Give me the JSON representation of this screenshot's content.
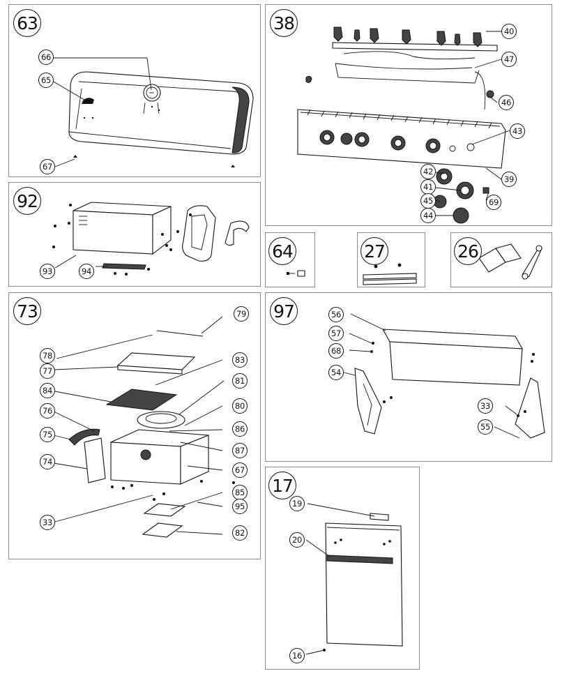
{
  "panels": {
    "p63": {
      "badge": "63",
      "callouts": [
        "66",
        "65",
        "67"
      ]
    },
    "p38": {
      "badge": "38",
      "callouts": [
        "40",
        "47",
        "46",
        "43",
        "42",
        "41",
        "39",
        "45",
        "69",
        "44"
      ]
    },
    "p92": {
      "badge": "92",
      "callouts": [
        "93",
        "94"
      ]
    },
    "p64": {
      "badge": "64",
      "callouts": []
    },
    "p27": {
      "badge": "27",
      "callouts": []
    },
    "p26": {
      "badge": "26",
      "callouts": []
    },
    "p73": {
      "badge": "73",
      "callouts": [
        "79",
        "78",
        "77",
        "83",
        "84",
        "81",
        "76",
        "80",
        "75",
        "86",
        "87",
        "74",
        "67",
        "85",
        "95",
        "33",
        "82"
      ]
    },
    "p97": {
      "badge": "97",
      "callouts": [
        "56",
        "57",
        "68",
        "54",
        "33",
        "55"
      ]
    },
    "p17": {
      "badge": "17",
      "callouts": [
        "19",
        "20",
        "16"
      ]
    }
  }
}
